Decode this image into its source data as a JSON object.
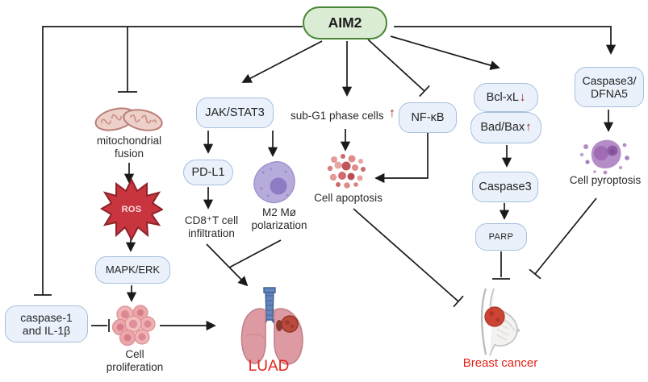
{
  "diagram": {
    "root": {
      "label": "AIM2"
    },
    "boxes": {
      "jak_stat3": "JAK/STAT3",
      "pd_l1": "PD-L1",
      "nf_kb": "NF-κB",
      "bcl_xl": "Bcl-xL",
      "bad_bax": "Bad/Bax",
      "caspase3": "Caspase3",
      "parp": "PARP",
      "caspase3_dfna5_line1": "Caspase3/",
      "caspase3_dfna5_line2": "DFNA5",
      "mapk_erk": "MAPK/ERK",
      "caspase1_il1b": "caspase-1 and IL-1β",
      "ros": "ROS"
    },
    "labels": {
      "mitochondrial_fusion": "mitochondrial fusion",
      "cell_proliferation": "Cell proliferation",
      "cd8_t_infiltration": "CD8⁺T cell infiltration",
      "m2_polarization": "M2 Mø polarization",
      "sub_g1": "sub-G1 phase cells",
      "cell_apoptosis": "Cell apoptosis",
      "cell_pyroptosis": "Cell pyroptosis"
    },
    "outcomes": {
      "luad": "LUAD",
      "breast_cancer": "Breast cancer"
    },
    "indicators": {
      "up": "↑",
      "down": "↓"
    },
    "colors": {
      "node_fill": "#eaf1fb",
      "node_border": "#a6bfdd",
      "root_fill": "#daecd3",
      "root_border": "#478635",
      "ros_fill": "#c9353e",
      "indicator_red": "#9e1b20",
      "outcome_red": "#e2251b",
      "line_black": "#1a1a1a"
    }
  }
}
